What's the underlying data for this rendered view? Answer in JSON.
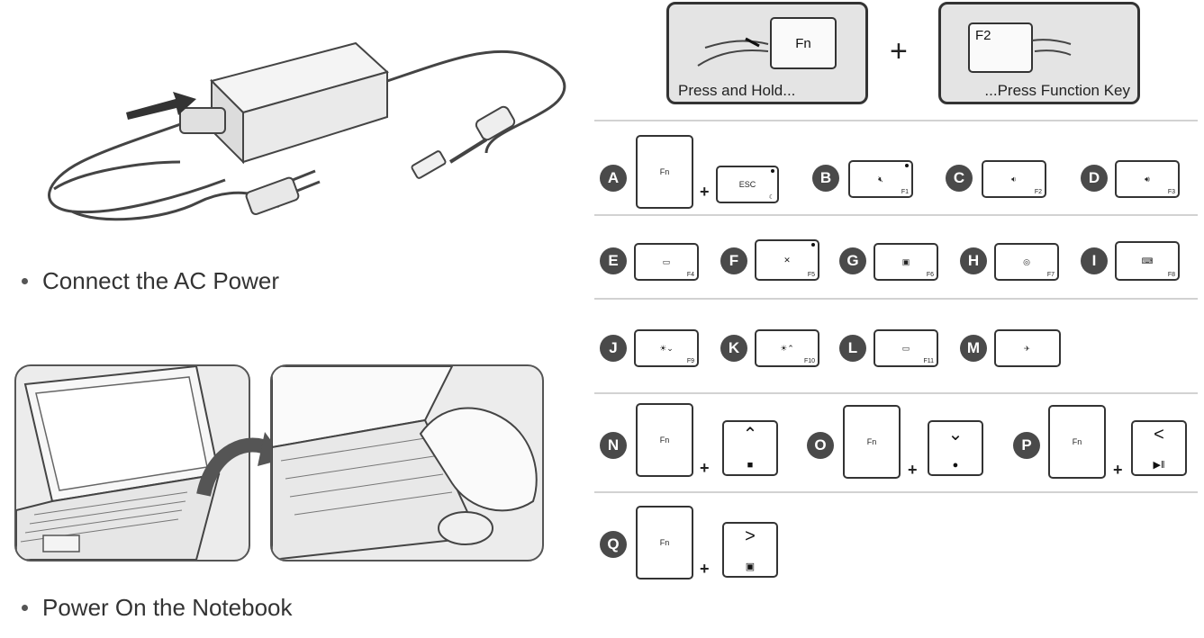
{
  "left": {
    "step1_caption": "Connect the AC Power",
    "step2_caption": "Power On the Notebook"
  },
  "header": {
    "hold_label": "Press and Hold...",
    "hold_key": "Fn",
    "func_label": "...Press Function Key",
    "func_key": "F2",
    "plus": "+"
  },
  "rows": [
    [
      {
        "letter": "A",
        "type": "combo",
        "fn": "Fn",
        "key": "ESC",
        "icon": "sleep",
        "fkey": ""
      },
      {
        "letter": "B",
        "type": "single",
        "icon": "mute",
        "fkey": "F1",
        "dot": true
      },
      {
        "letter": "C",
        "type": "single",
        "icon": "volume-down",
        "fkey": "F2"
      },
      {
        "letter": "D",
        "type": "single",
        "icon": "volume-up",
        "fkey": "F3"
      }
    ],
    [
      {
        "letter": "E",
        "type": "single",
        "icon": "touchpad-off",
        "fkey": "F4"
      },
      {
        "letter": "F",
        "type": "single",
        "icon": "mic-mute",
        "fkey": "F5",
        "dot": true
      },
      {
        "letter": "G",
        "type": "single",
        "icon": "display-switch",
        "fkey": "F6"
      },
      {
        "letter": "H",
        "type": "single",
        "icon": "camera",
        "fkey": "F7"
      },
      {
        "letter": "I",
        "type": "single",
        "icon": "keyboard-backlight",
        "fkey": "F8"
      }
    ],
    [
      {
        "letter": "J",
        "type": "single",
        "icon": "brightness-down",
        "fkey": "F9"
      },
      {
        "letter": "K",
        "type": "single",
        "icon": "brightness-up",
        "fkey": "F10"
      },
      {
        "letter": "L",
        "type": "single",
        "icon": "screen",
        "fkey": "F11"
      },
      {
        "letter": "M",
        "type": "wide",
        "icon": "airplane",
        "fkey": ""
      }
    ],
    [
      {
        "letter": "N",
        "type": "combo",
        "fn": "Fn",
        "icon": "arrow-up",
        "sub": "media-stop"
      },
      {
        "letter": "O",
        "type": "combo",
        "fn": "Fn",
        "icon": "arrow-down",
        "sub": "media-record"
      },
      {
        "letter": "P",
        "type": "combo",
        "fn": "Fn",
        "icon": "arrow-left",
        "sub": "play-pause"
      }
    ],
    [
      {
        "letter": "Q",
        "type": "combo",
        "fn": "Fn",
        "icon": "arrow-right",
        "sub": "screen"
      }
    ]
  ]
}
